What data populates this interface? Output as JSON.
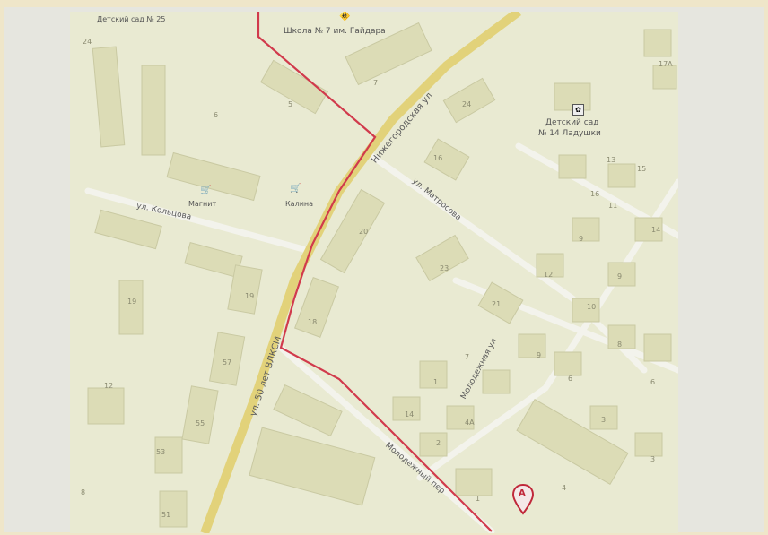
{
  "map": {
    "streets": {
      "ul50letvlksm": "ул. 50 лет ВЛКСМ",
      "nizhegorodskaya": "Нижегородская ул",
      "matrosova": "ул. Матросова",
      "koltsova": "ул. Кольцова",
      "molodezhnaya": "Молодежная ул",
      "molodezhny_per": "Молодежный пер"
    },
    "pois": {
      "school": "Школа № 7 им. Гайдара",
      "kindergarten_top_left": "Детский сад № 25",
      "kindergarten_14_line1": "Детский сад",
      "kindergarten_14_line2": "№ 14 Ладушки",
      "magnit": "Магнит",
      "kalina": "Калина"
    },
    "marker": {
      "label": "A"
    },
    "house_numbers": [
      "7",
      "5",
      "6",
      "24",
      "16",
      "17А",
      "13",
      "15",
      "11",
      "14",
      "9",
      "18",
      "20",
      "23",
      "21",
      "12",
      "10",
      "8",
      "7",
      "9",
      "6",
      "4А",
      "1",
      "2",
      "14",
      "3",
      "4",
      "1",
      "19",
      "19",
      "57",
      "55",
      "53",
      "51",
      "12",
      "8",
      "24",
      "6",
      "9",
      "16",
      "3"
    ],
    "colors": {
      "route": "#d13a4c",
      "main_road": "#e8d77a",
      "building": "#ddddb9",
      "background": "#e9ead2"
    }
  }
}
